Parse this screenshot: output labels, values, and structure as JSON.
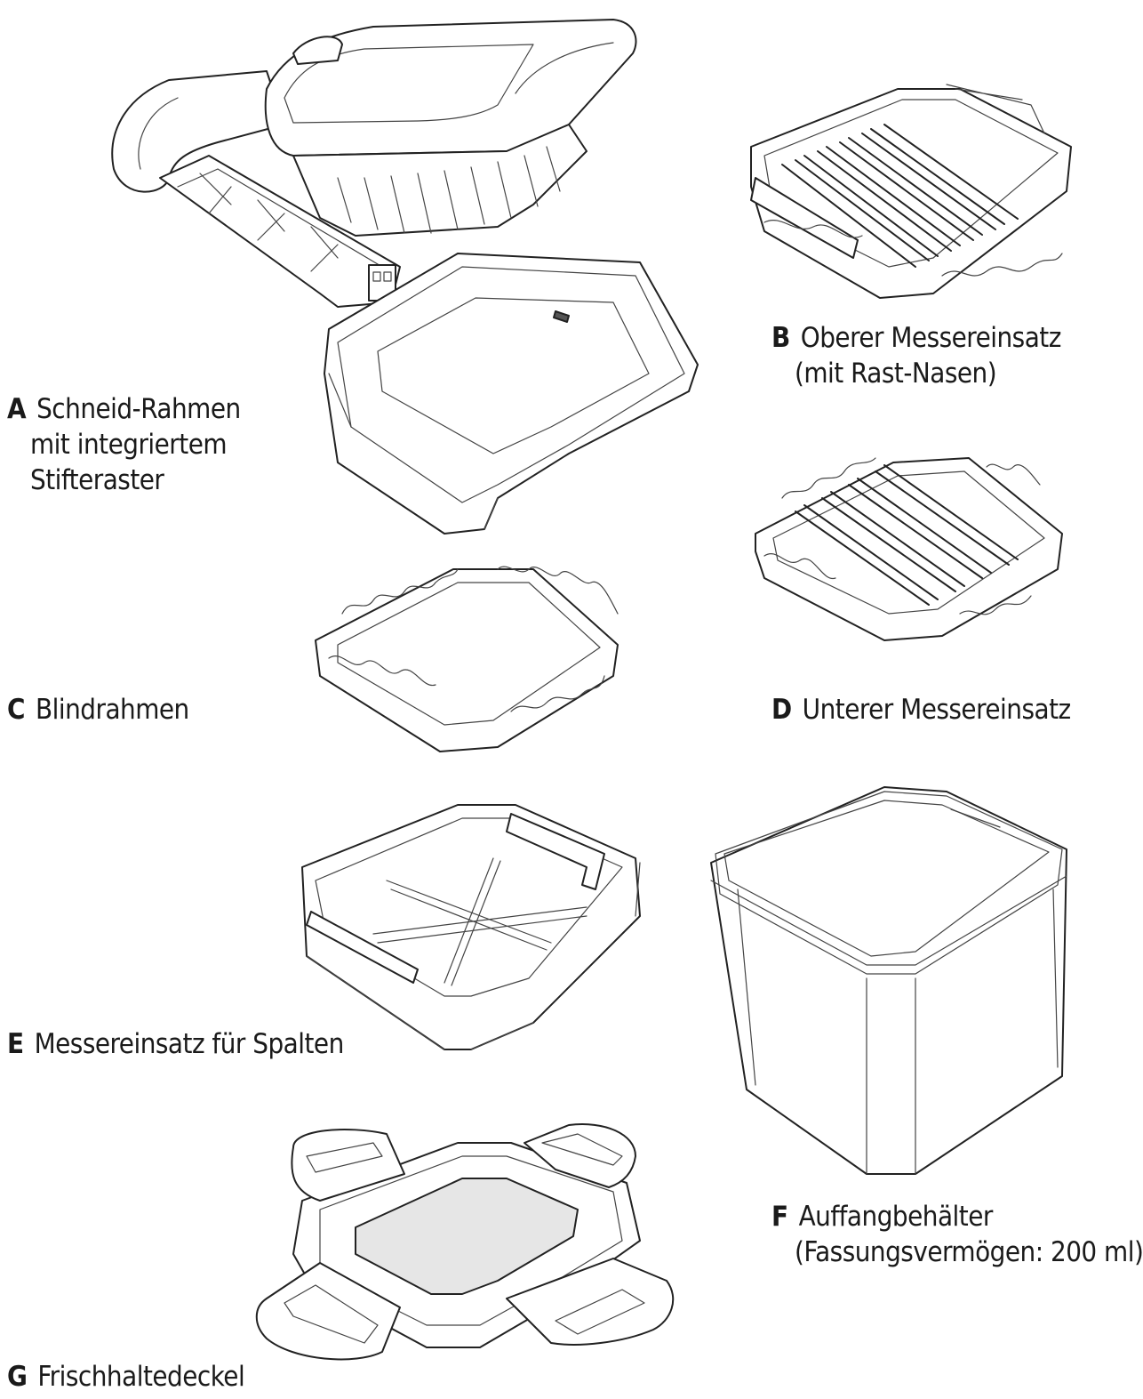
{
  "parts": {
    "a": {
      "key": "A",
      "line1": "Schneid-Rahmen",
      "line2": "mit integriertem",
      "line3": "Stifteraster"
    },
    "b": {
      "key": "B",
      "line1": "Oberer Messereinsatz",
      "line2": "(mit Rast-Nasen)"
    },
    "c": {
      "key": "C",
      "line1": "Blindrahmen"
    },
    "d": {
      "key": "D",
      "line1": "Unterer Messereinsatz"
    },
    "e": {
      "key": "E",
      "line1": "Messereinsatz für Spalten"
    },
    "f": {
      "key": "F",
      "line1": "Auffangbehälter",
      "line2": "(Fassungsvermögen: 200 ml)"
    },
    "g": {
      "key": "G",
      "line1": "Frischhaltedeckel"
    }
  }
}
